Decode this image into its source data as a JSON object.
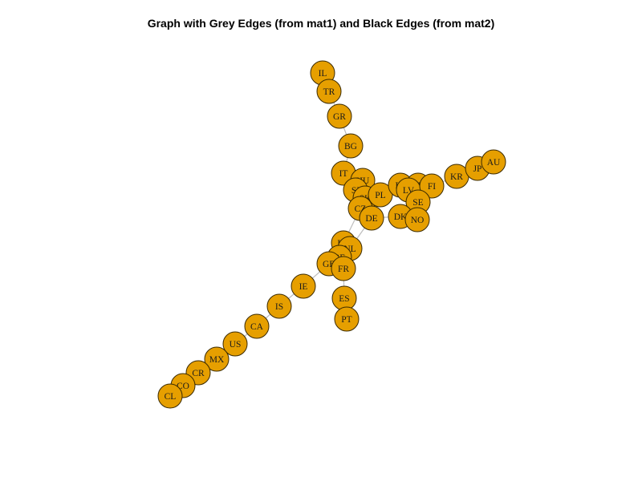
{
  "title": "Graph with Grey Edges (from mat1) and Black Edges (from mat2)",
  "style": {
    "node_fill": "#E69F00",
    "node_stroke": "#3a2a00",
    "grey_edge": "#bdbdbd",
    "black_edge": "#000000"
  },
  "nodes": [
    "IL",
    "TR",
    "GR",
    "BG",
    "IT",
    "HU",
    "SI",
    "SK",
    "PL",
    "CZ",
    "DE",
    "LT",
    "EE",
    "LV",
    "FI",
    "SE",
    "DK",
    "NO",
    "KR",
    "JP",
    "AU",
    "LU",
    "NL",
    "BE",
    "GB",
    "FR",
    "IE",
    "ES",
    "PT",
    "IS",
    "CA",
    "US",
    "MX",
    "CR",
    "CO",
    "CL"
  ]
}
